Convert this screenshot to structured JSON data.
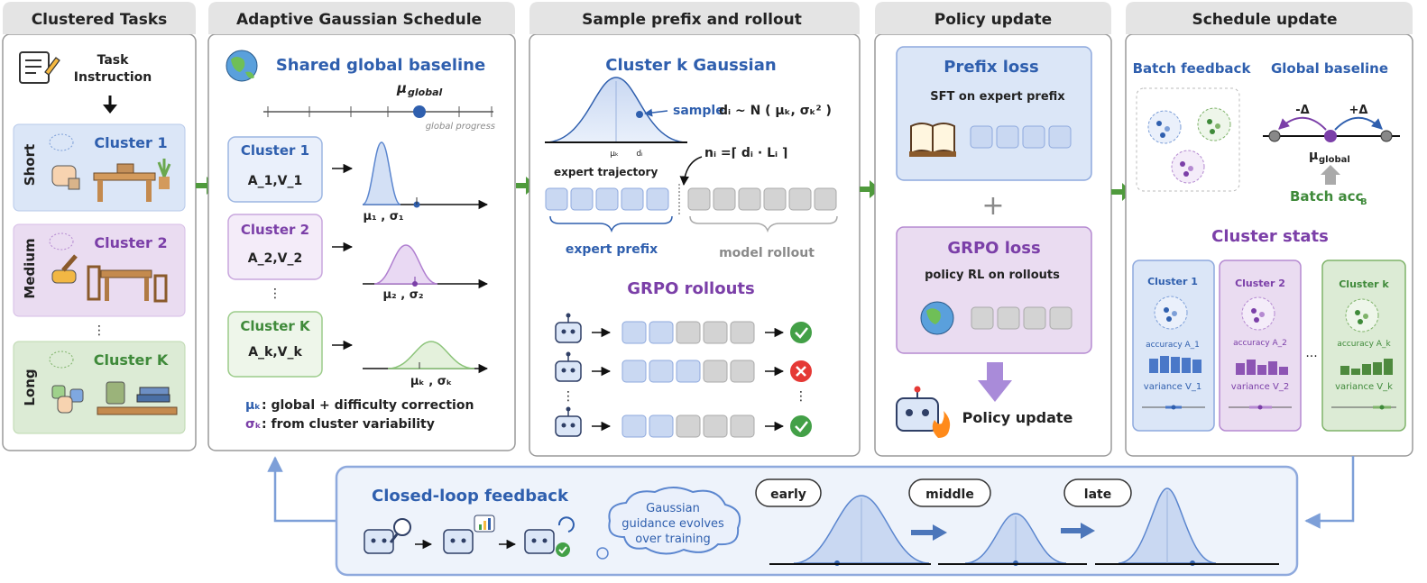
{
  "panels": {
    "clustered_tasks": {
      "title": "Clustered Tasks",
      "task_instruction": [
        "Task",
        "Instruction"
      ],
      "clusters": [
        {
          "length": "Short",
          "name": "Cluster 1"
        },
        {
          "length": "Medium",
          "name": "Cluster 2"
        },
        {
          "length": "Long",
          "name": "Cluster K"
        }
      ],
      "ellipsis": "⋮"
    },
    "adaptive_schedule": {
      "title": "Adaptive Gaussian Schedule",
      "baseline_title": "Shared global baseline",
      "mu_global": "μ",
      "mu_global_sub": "global",
      "global_progress": "global progress",
      "clusters": [
        {
          "name": "Cluster 1",
          "params": "A_1,V_1",
          "dist_label": "μ₁ , σ₁"
        },
        {
          "name": "Cluster 2",
          "params": "A_2,V_2",
          "dist_label": "μ₂ , σ₂"
        },
        {
          "name": "Cluster K",
          "params": "A_k,V_k",
          "dist_label": "μₖ , σₖ"
        }
      ],
      "ellipsis": "⋮",
      "legend_mu": ": global + difficulty correction",
      "legend_mu_sym": "μₖ",
      "legend_sigma": ": from cluster variability",
      "legend_sigma_sym": "σₖ"
    },
    "sample_prefix": {
      "title": "Sample prefix and rollout",
      "gaussian_title": "Cluster k Gaussian",
      "sample_word": "sample",
      "sample_formula": "dᵢ ~ N ( μₖ,  σₖ² )",
      "axis_mu": "μₖ",
      "axis_d": "dᵢ",
      "n_formula": "nᵢ =⌈ dᵢ · Lᵢ ⌉",
      "expert_trajectory": "expert trajectory",
      "expert_prefix": "expert prefix",
      "model_rollout": "model rollout",
      "grpo_title": "GRPO rollouts",
      "rollout_results": [
        "success",
        "fail",
        "success"
      ],
      "ellipsis": "⋮"
    },
    "policy_update": {
      "title": "Policy update",
      "prefix_loss": "Prefix loss",
      "prefix_desc": "SFT on expert prefix",
      "plus": "+",
      "grpo_loss": "GRPO loss",
      "grpo_desc": "policy RL on rollouts",
      "policy_update_label": "Policy update"
    },
    "schedule_update": {
      "title": "Schedule update",
      "batch_feedback": "Batch feedback",
      "global_baseline": "Global baseline",
      "minus_delta": "-Δ",
      "plus_delta": "+Δ",
      "mu_global": "μ",
      "mu_global_sub": "global",
      "batch_acc": "Batch acc",
      "batch_acc_sub": "B",
      "cluster_stats_title": "Cluster stats",
      "clusters": [
        {
          "name": "Cluster 1",
          "accuracy": "accuracy A_1",
          "variance": "variance V_1"
        },
        {
          "name": "Cluster 2",
          "accuracy": "accuracy A_2",
          "variance": "variance V_2"
        },
        {
          "name": "Cluster k",
          "accuracy": "accuracy A_k",
          "variance": "variance V_k"
        }
      ],
      "ellipsis": "···"
    }
  },
  "feedback": {
    "title": "Closed-loop feedback",
    "cloud_text": [
      "Gaussian",
      "guidance evolves",
      "over training"
    ],
    "stages": [
      "early",
      "middle",
      "late"
    ]
  },
  "colors": {
    "blue": "#2f5fae",
    "purple": "#7b3fa8",
    "green": "#3f8a3a",
    "arrow_green": "#4f9a3c",
    "panel_header": "#e4e4e4",
    "blue_fill": "#dbe6f7",
    "purple_fill": "#eadcf1",
    "green_fill": "#dcebd5"
  }
}
